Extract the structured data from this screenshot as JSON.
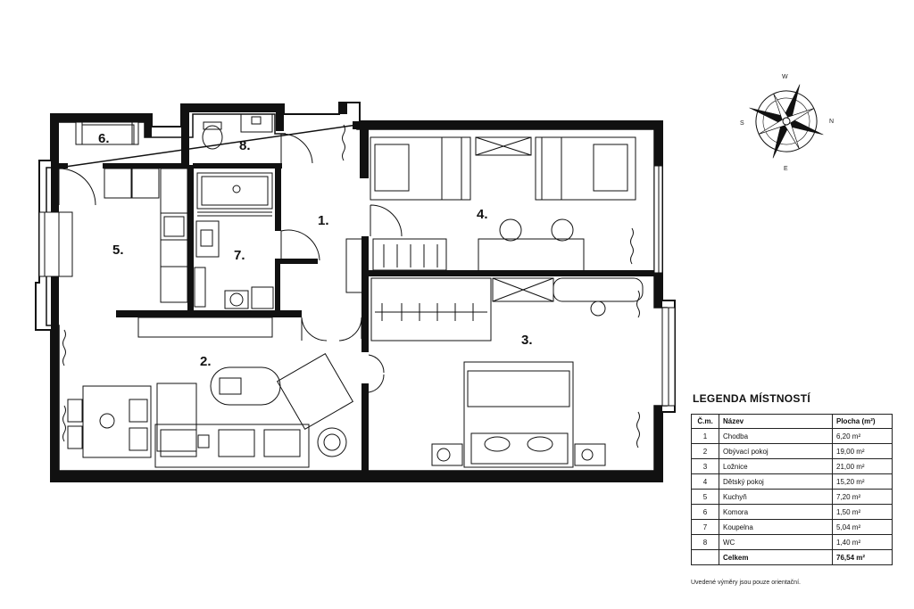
{
  "rooms": [
    {
      "id": "1",
      "label": "1."
    },
    {
      "id": "2",
      "label": "2."
    },
    {
      "id": "3",
      "label": "3."
    },
    {
      "id": "4",
      "label": "4."
    },
    {
      "id": "5",
      "label": "5."
    },
    {
      "id": "6",
      "label": "6."
    },
    {
      "id": "7",
      "label": "7."
    },
    {
      "id": "8",
      "label": "8."
    }
  ],
  "compass": {
    "n": "N",
    "s": "S",
    "e": "E",
    "w": "W"
  },
  "legend": {
    "title": "LEGENDA MÍSTNOSTÍ",
    "headers": {
      "num": "Č.m.",
      "name": "Název",
      "area": "Plocha (m²)"
    },
    "rows": [
      {
        "num": "1",
        "name": "Chodba",
        "area": "6,20 m²"
      },
      {
        "num": "2",
        "name": "Obývací pokoj",
        "area": "19,00 m²"
      },
      {
        "num": "3",
        "name": "Ložnice",
        "area": "21,00 m²"
      },
      {
        "num": "4",
        "name": "Dětský pokoj",
        "area": "15,20 m²"
      },
      {
        "num": "5",
        "name": "Kuchyň",
        "area": "7,20 m²"
      },
      {
        "num": "6",
        "name": "Komora",
        "area": "1,50 m²"
      },
      {
        "num": "7",
        "name": "Koupelna",
        "area": "5,04 m²"
      },
      {
        "num": "8",
        "name": "WC",
        "area": "1,40 m²"
      }
    ],
    "total": {
      "num": "",
      "name": "Celkem",
      "area": "76,54 m²"
    }
  },
  "note": "Uvedené výměry jsou pouze orientační."
}
